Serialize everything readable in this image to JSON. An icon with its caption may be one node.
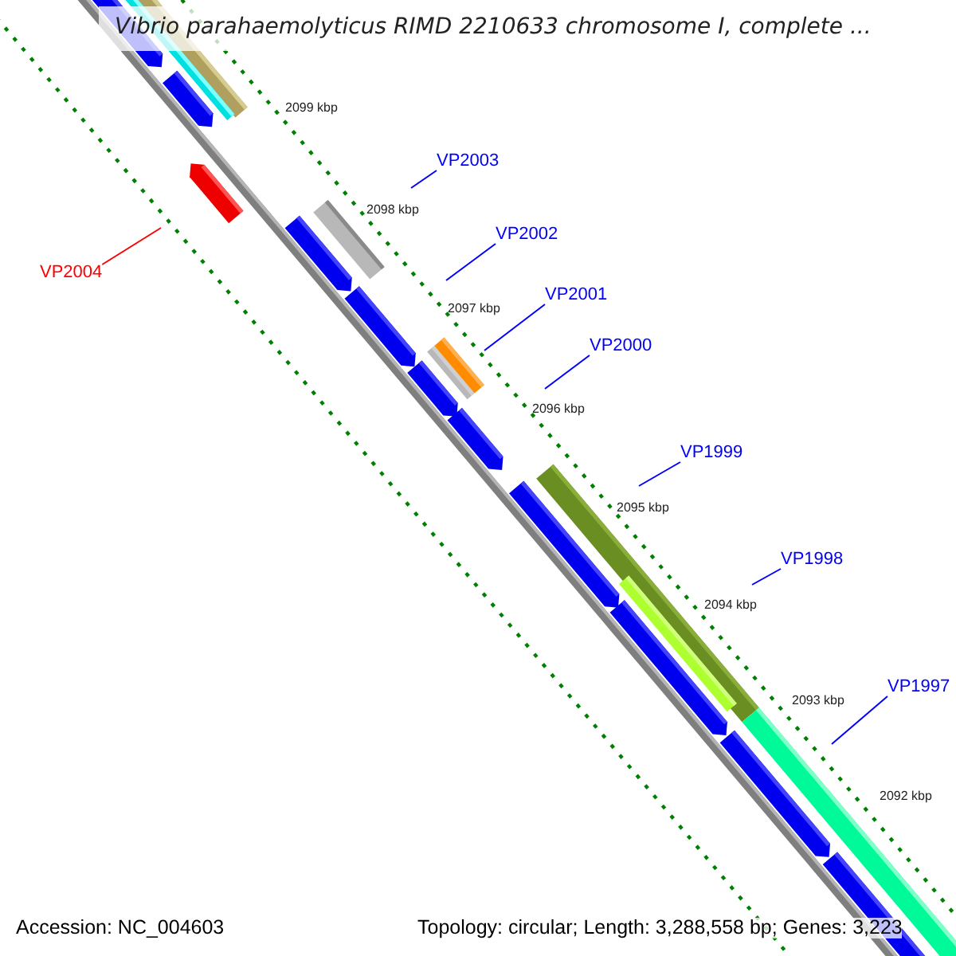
{
  "diagram": {
    "title": "Vibrio parahaemolyticus RIMD 2210633 chromosome I, complete ...",
    "nodes": [
      {
        "text": [
          "VP2003"
        ]
      },
      {
        "text": [
          "VP2002"
        ]
      },
      {
        "text": [
          "VP2004"
        ]
      },
      {
        "text": [
          "VP2001"
        ]
      },
      {
        "text": [
          "VP2000"
        ]
      },
      {
        "text": [
          "VP1999"
        ]
      },
      {
        "text": [
          "VP1998"
        ]
      },
      {
        "text": [
          "VP1997"
        ]
      }
    ],
    "edges": [
      {
        "from": 0,
        "to": null,
        "arrow": "none"
      },
      {
        "from": 1,
        "to": null,
        "arrow": "none"
      },
      {
        "from": 2,
        "to": null,
        "arrow": "none",
        "color": "#ff0000"
      },
      {
        "from": 3,
        "to": null,
        "arrow": "none"
      },
      {
        "from": 4,
        "to": null,
        "arrow": "none"
      },
      {
        "from": 5,
        "to": null,
        "arrow": "none"
      },
      {
        "from": 6,
        "to": null,
        "arrow": "none"
      },
      {
        "from": 7,
        "to": null,
        "arrow": "none"
      }
    ],
    "labels": [
      "2099 kbp",
      "2098 kbp",
      "2097 kbp",
      "2096 kbp",
      "2095 kbp",
      "2094 kbp",
      "2093 kbp",
      "2092 kbp",
      "Accession: NC_004603",
      "Topology: circular; Length: 3,288,558 bp; Genes: 3,223"
    ]
  }
}
